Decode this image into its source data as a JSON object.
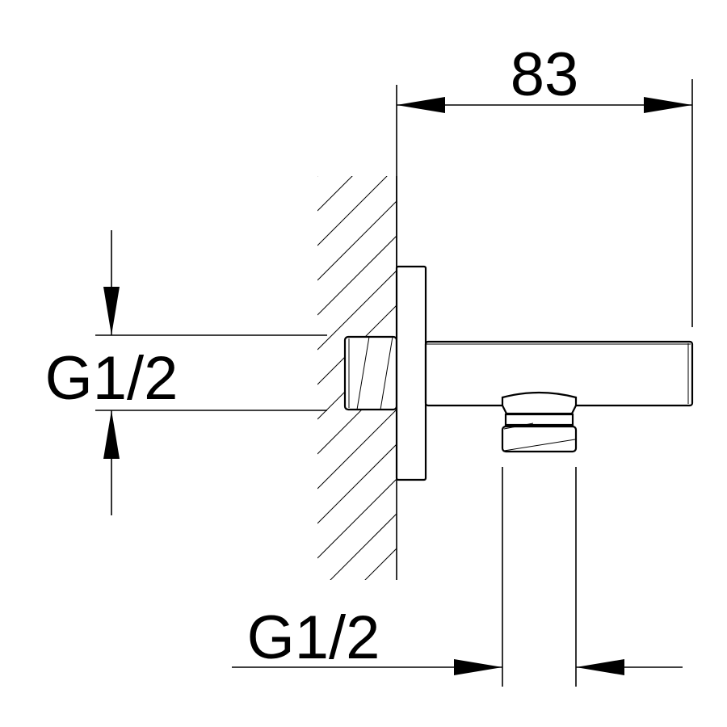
{
  "dimensions": {
    "overall_length": "83",
    "inlet_thread": "G1/2",
    "outlet_thread": "G1/2"
  },
  "colors": {
    "line": "#000000",
    "background": "#ffffff"
  }
}
